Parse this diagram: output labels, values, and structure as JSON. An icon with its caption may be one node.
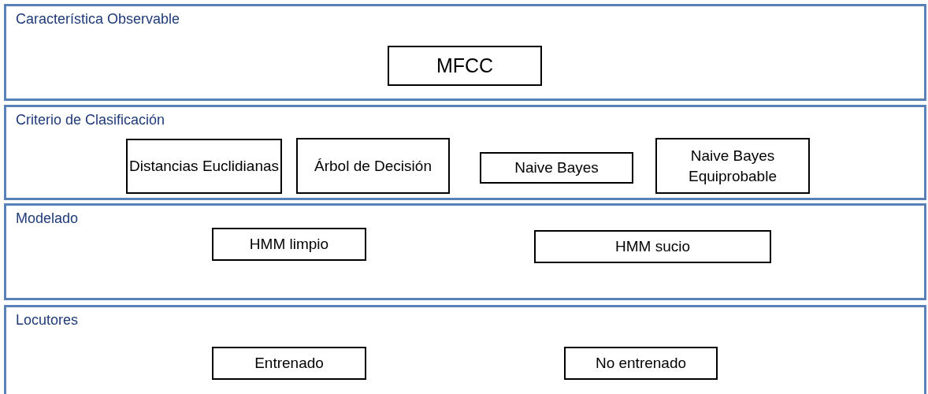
{
  "diagram": {
    "nodes": [
      {
        "text": [
          "Característica Observable"
        ]
      },
      {
        "text": [
          "MFCC"
        ],
        "in": 0
      },
      {
        "text": [
          "Criterio de Clasificación"
        ]
      },
      {
        "text": [
          "Distancias Euclidianas"
        ],
        "in": 2
      },
      {
        "text": [
          "Árbol de Decisión"
        ],
        "in": 2
      },
      {
        "text": [
          "Naive Bayes"
        ],
        "in": 2
      },
      {
        "text": [
          "Naive Bayes Equiprobable"
        ],
        "in": 2
      },
      {
        "text": [
          "Modelado"
        ]
      },
      {
        "text": [
          "HMM limpio"
        ],
        "in": 7
      },
      {
        "text": [
          "HMM sucio"
        ],
        "in": 7
      },
      {
        "text": [
          "Locutores"
        ]
      },
      {
        "text": [
          "Entrenado"
        ],
        "in": 10
      },
      {
        "text": [
          "No entrenado"
        ],
        "in": 10
      }
    ]
  }
}
